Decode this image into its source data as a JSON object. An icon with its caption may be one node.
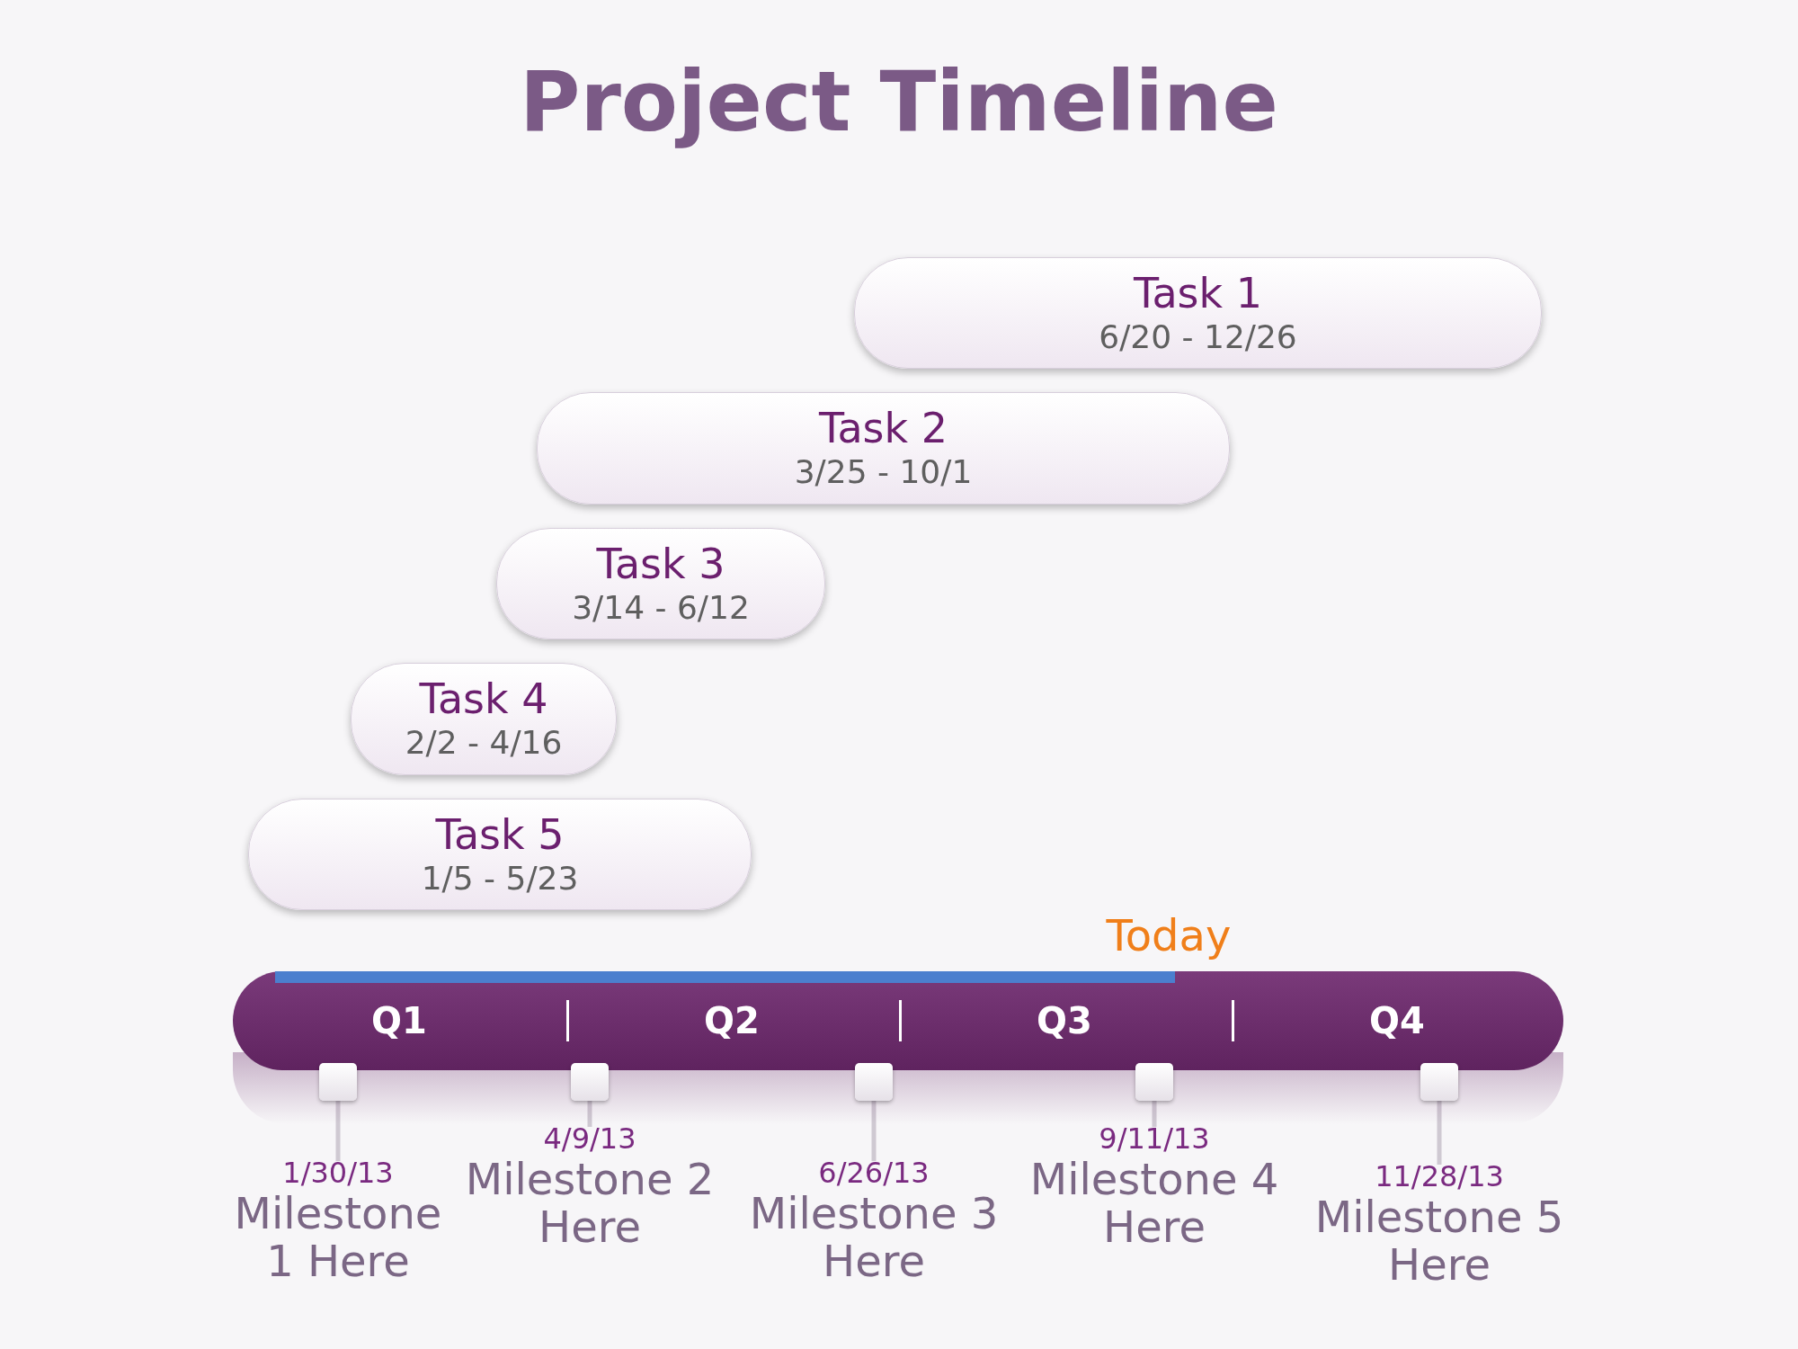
{
  "diagram": {
    "title": "Project Timeline",
    "nodes": [
      {
        "text": [
          "Task 1",
          "6/20 - 12/26"
        ]
      },
      {
        "text": [
          "Task 2",
          "3/25 - 10/1"
        ]
      },
      {
        "text": [
          "Task 3",
          "3/14 - 6/12"
        ]
      },
      {
        "text": [
          "Task 4",
          "2/2 - 4/16"
        ]
      },
      {
        "text": [
          "Task 5",
          "1/5 - 5/23"
        ]
      },
      {
        "text": [
          "Q1",
          "Q2",
          "Q3",
          "Q4"
        ]
      },
      {
        "text": [],
        "shape": "box"
      },
      {
        "text": [],
        "shape": "box"
      },
      {
        "text": [],
        "shape": "box"
      },
      {
        "text": [],
        "shape": "box"
      },
      {
        "text": [],
        "shape": "box"
      },
      {
        "text": [
          "1/30/13",
          "Milestone 1 Here"
        ]
      },
      {
        "text": [
          "4/9/13",
          "Milestone 2 Here"
        ]
      },
      {
        "text": [
          "6/26/13",
          "Milestone 3 Here"
        ]
      },
      {
        "text": [
          "9/11/13",
          "Milestone 4 Here"
        ]
      },
      {
        "text": [
          "11/28/13",
          "Milestone 5 Here"
        ]
      }
    ],
    "edges": [
      {
        "from": 11,
        "to": 6,
        "arrow": "none"
      },
      {
        "from": 12,
        "to": 7,
        "arrow": "none"
      },
      {
        "from": 13,
        "to": 8,
        "arrow": "none"
      },
      {
        "from": 14,
        "to": 9,
        "arrow": "none"
      },
      {
        "from": 15,
        "to": 10,
        "arrow": "none"
      }
    ],
    "labels": [
      "Today"
    ]
  }
}
